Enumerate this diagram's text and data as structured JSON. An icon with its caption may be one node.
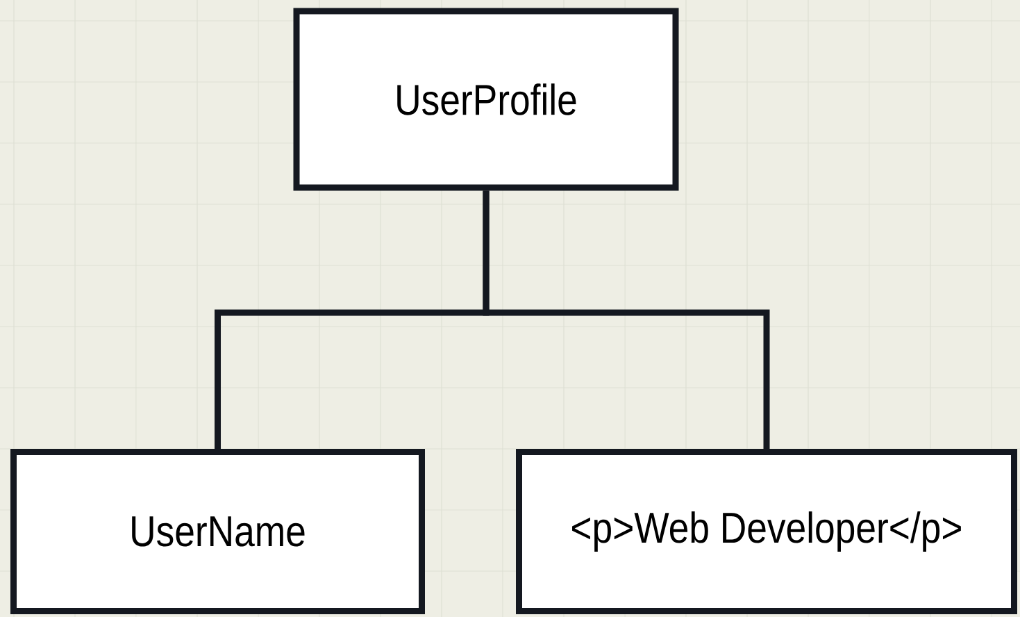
{
  "diagram": {
    "nodes": [
      {
        "text": [
          "UserProfile"
        ]
      },
      {
        "text": [
          "UserName"
        ]
      },
      {
        "text": [
          "<p>Web Developer</p>"
        ]
      }
    ],
    "edges": [
      {
        "from": 0,
        "to": 1,
        "arrow": "none"
      },
      {
        "from": 0,
        "to": 2,
        "arrow": "none"
      }
    ]
  }
}
